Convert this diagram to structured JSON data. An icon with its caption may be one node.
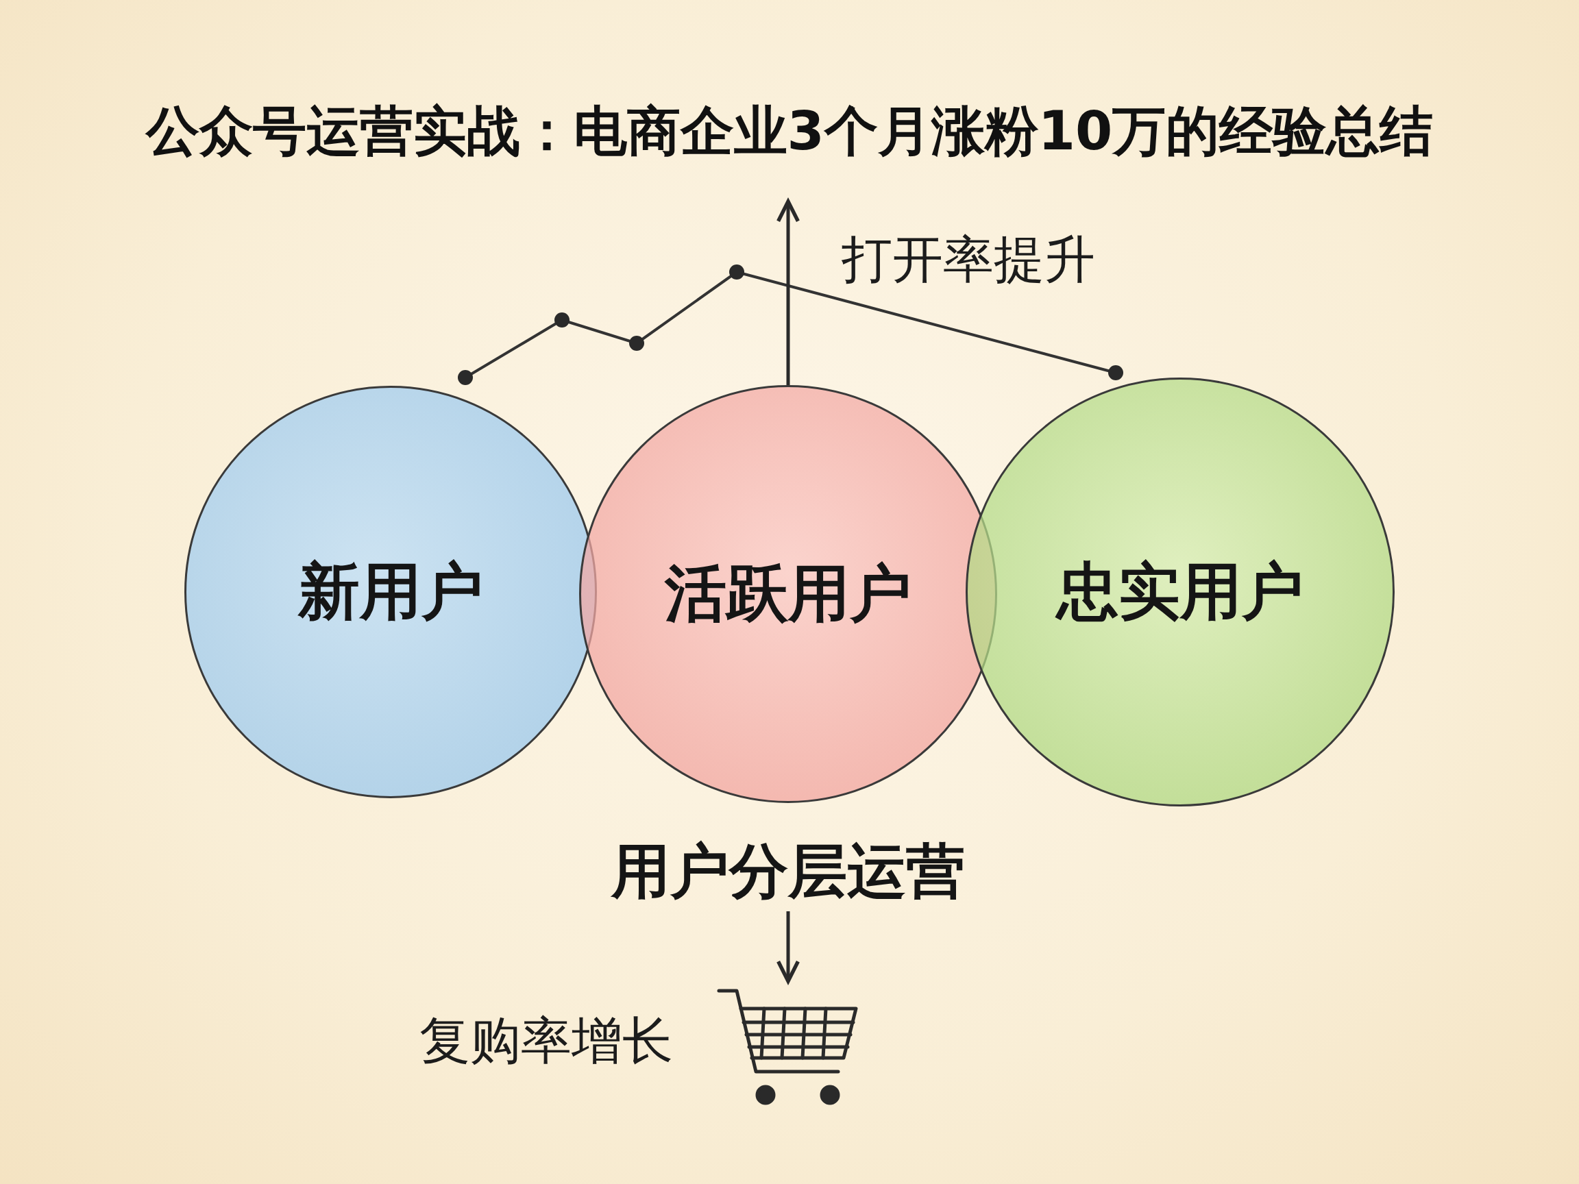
{
  "diagram": {
    "title": "公众号运营实战：电商企业3个月涨粉10万的经验总结",
    "nodes": [
      {
        "text": [
          "新用户"
        ]
      },
      {
        "text": [
          "活跃用户"
        ]
      },
      {
        "text": [
          "忠实用户"
        ]
      },
      {
        "text": [
          "用户分层运营"
        ]
      },
      {
        "text": [],
        "shape": "picture",
        "beside": [
          "复购率增长"
        ]
      }
    ],
    "edges": [
      {
        "from": 1,
        "to": null,
        "arrow": "to"
      },
      {
        "from": 3,
        "to": 4,
        "arrow": "to"
      }
    ],
    "labels": [
      "打开率提升"
    ]
  }
}
